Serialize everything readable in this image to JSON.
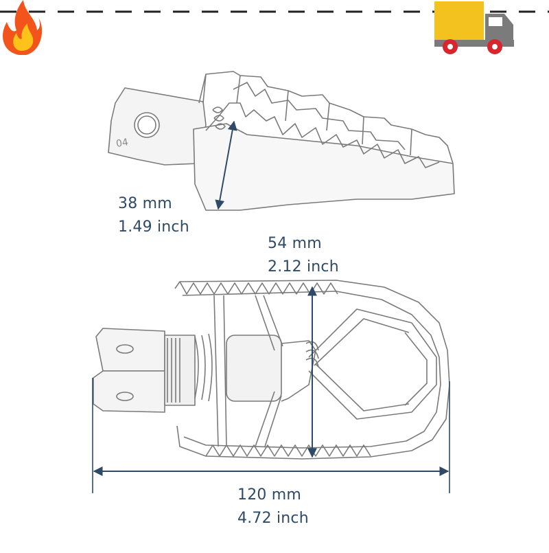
{
  "colors": {
    "dimension": "#2e4a66",
    "sketch": "#7a7a7a",
    "flame_outer": "#f2541b",
    "flame_inner": "#ffc21a",
    "truck_cargo": "#f4c21f",
    "truck_cab": "#7b7b7b",
    "truck_wheel": "#d8262c"
  },
  "icons": {
    "top_left": "flame-icon",
    "top_right": "delivery-truck-icon"
  },
  "dimensions": {
    "height": {
      "metric": "38 mm",
      "imperial": "1.49 inch"
    },
    "width": {
      "metric": "54 mm",
      "imperial": "2.12 inch"
    },
    "length": {
      "metric": "120 mm",
      "imperial": "4.72 inch"
    }
  },
  "part_marking": "04"
}
